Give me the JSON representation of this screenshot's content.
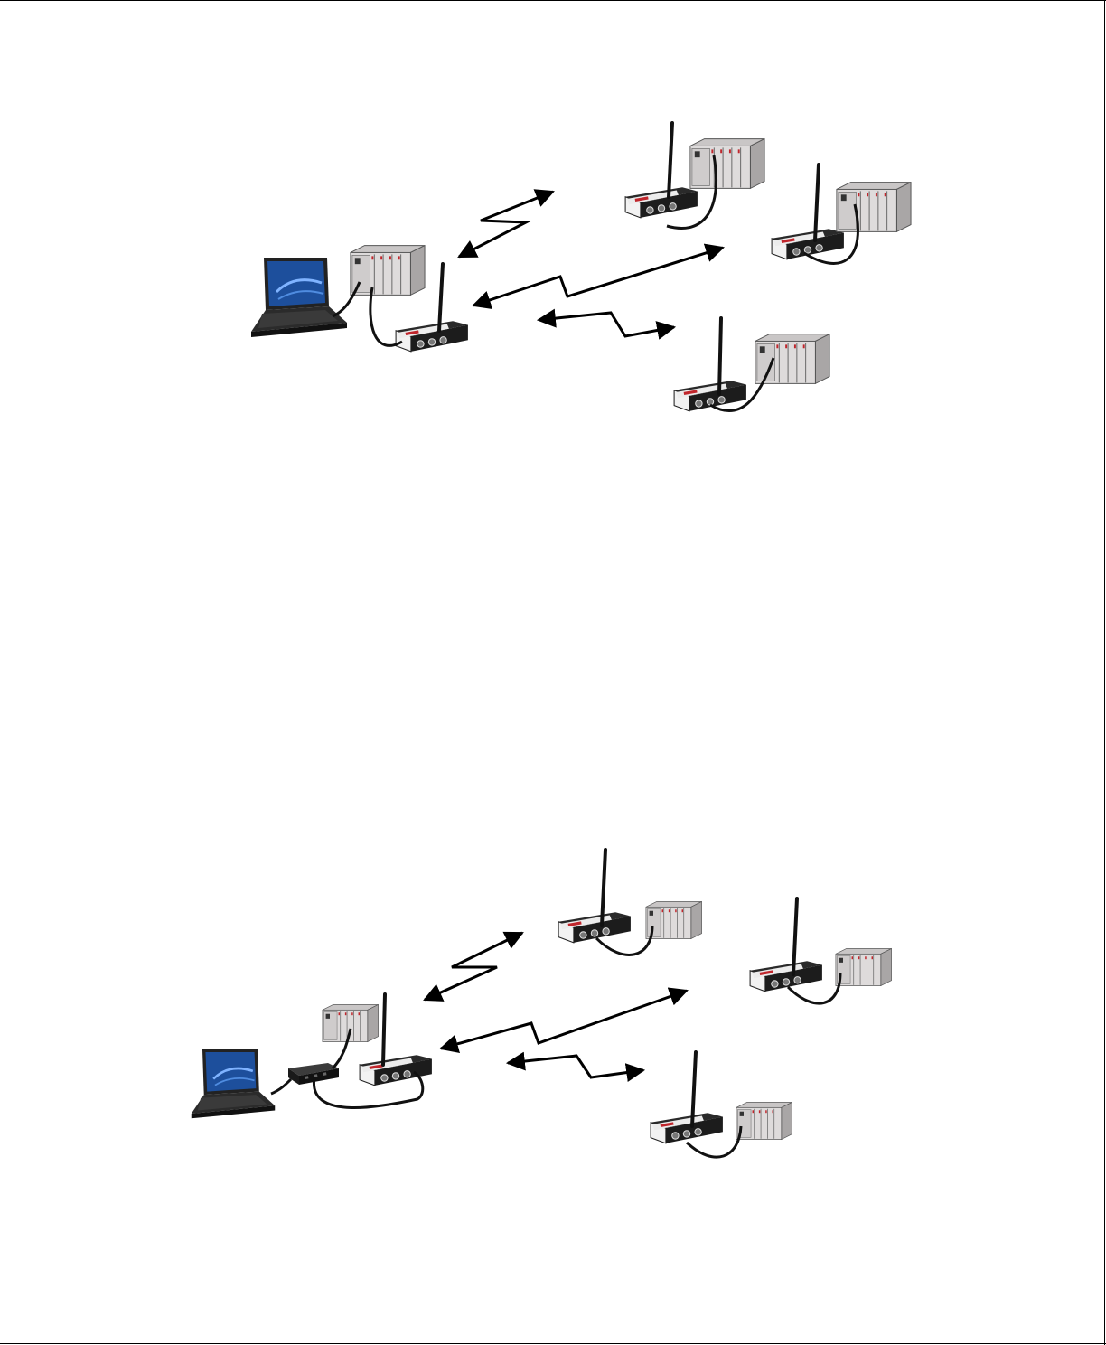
{
  "diagrams": [
    {
      "host": "laptop",
      "links": [
        "radio-link",
        "radio-link",
        "radio-link"
      ],
      "remote_stations": [
        "remote-station",
        "remote-station",
        "remote-station"
      ]
    },
    {
      "host": "laptop-with-ethernet-switch",
      "links": [
        "radio-link",
        "radio-link",
        "radio-link"
      ],
      "remote_stations": [
        "remote-station",
        "remote-station",
        "remote-station"
      ]
    }
  ],
  "colors": {
    "plc": "#d9d6d6",
    "radio": "#1c1c1c",
    "radio_label": "#c0262c",
    "cable": "#111111",
    "laptop_screen": "#1d4f9c"
  },
  "icons": [
    "laptop-icon",
    "plc-icon",
    "radio-modem-icon",
    "antenna-icon",
    "ethernet-switch-icon",
    "cable-icon",
    "wireless-link-arrow-icon"
  ]
}
